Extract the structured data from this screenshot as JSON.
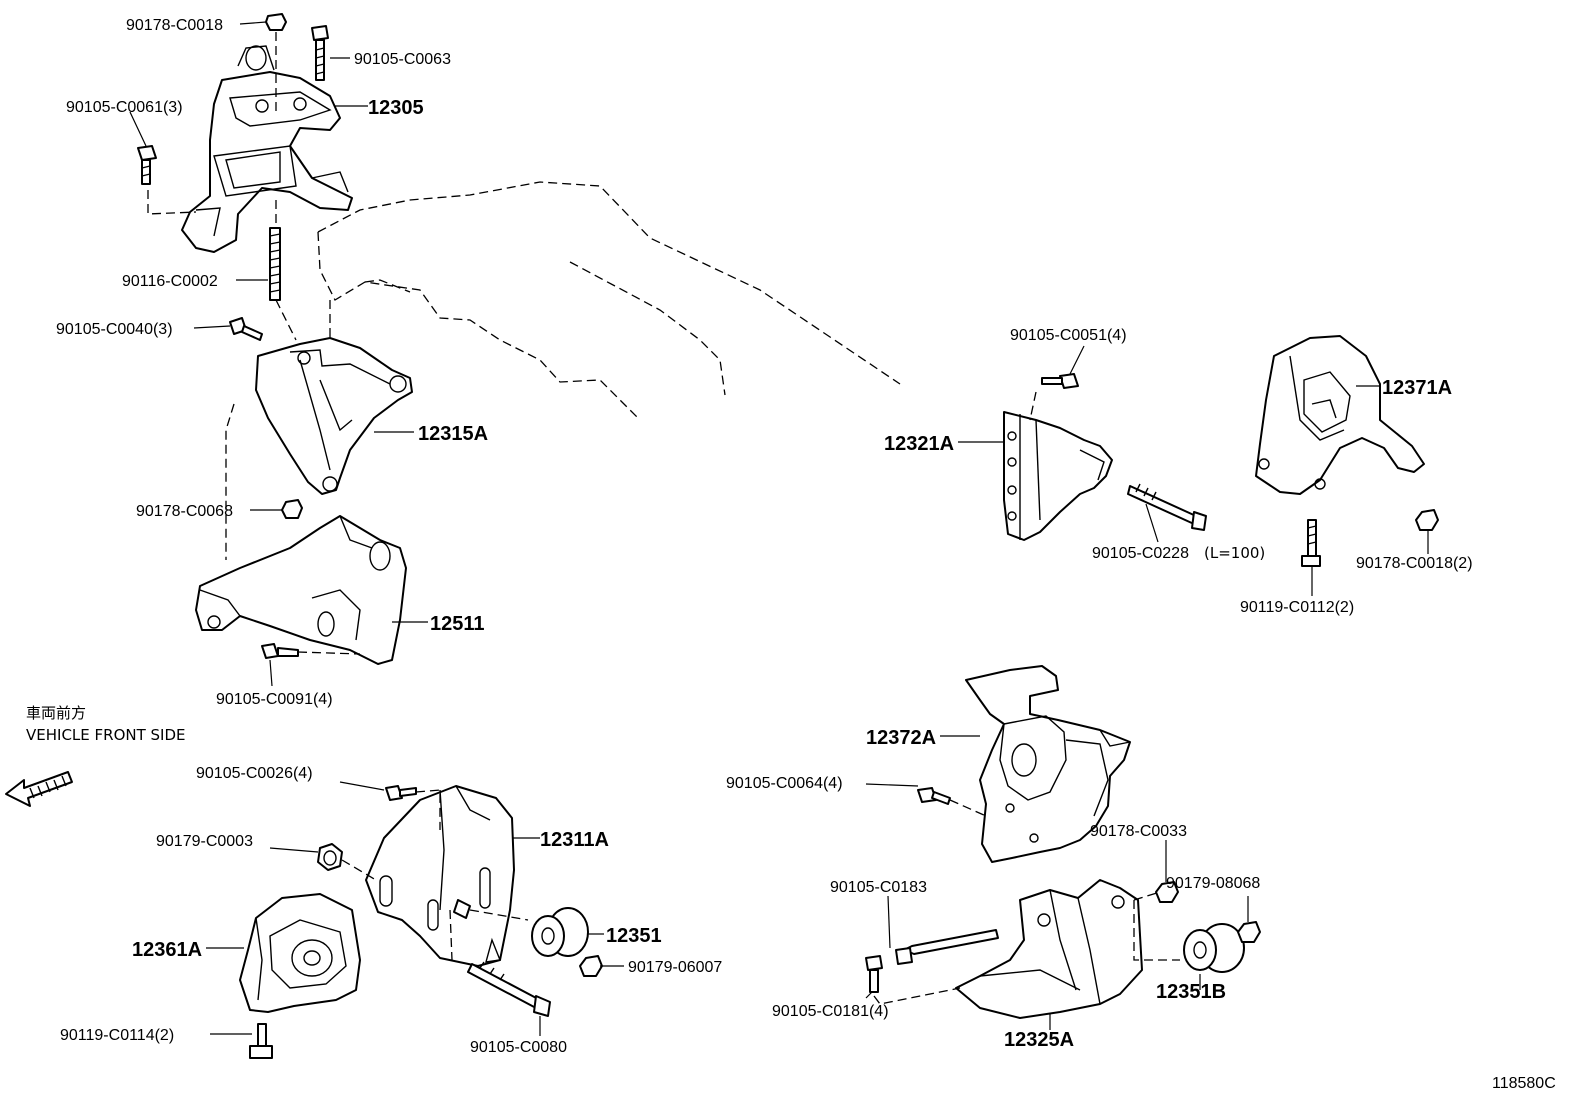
{
  "figure_id": "118580C",
  "direction": {
    "label_jp": "車両前方",
    "label_en": "VEHICLE FRONT SIDE"
  },
  "labels": {
    "p_90178_C0018": "90178-C0018",
    "p_90105_C0063": "90105-C0063",
    "p_90105_C0061": "90105-C0061(3)",
    "p_12305": "12305",
    "p_90116_C0002": "90116-C0002",
    "p_90105_C0040": "90105-C0040(3)",
    "p_12315A": "12315A",
    "p_90178_C0068": "90178-C0068",
    "p_12511": "12511",
    "p_90105_C0091": "90105-C0091(4)",
    "p_90105_C0051": "90105-C0051(4)",
    "p_12321A": "12321A",
    "p_90105_C0228": "90105-C0228",
    "p_90105_C0228_note": "(L=100)",
    "p_12371A": "12371A",
    "p_90178_C0018_2": "90178-C0018(2)",
    "p_90119_C0112": "90119-C0112(2)",
    "p_12372A": "12372A",
    "p_90105_C0064": "90105-C0064(4)",
    "p_90178_C0033": "90178-C0033",
    "p_90179_08068": "90179-08068",
    "p_90105_C0183": "90105-C0183",
    "p_90105_C0181": "90105-C0181(4)",
    "p_12325A": "12325A",
    "p_12351B": "12351B",
    "p_90105_C0026": "90105-C0026(4)",
    "p_12311A": "12311A",
    "p_90179_C0003": "90179-C0003",
    "p_12351": "12351",
    "p_90179_06007": "90179-06007",
    "p_12361A": "12361A",
    "p_90119_C0114": "90119-C0114(2)",
    "p_90105_C0080": "90105-C0080"
  }
}
